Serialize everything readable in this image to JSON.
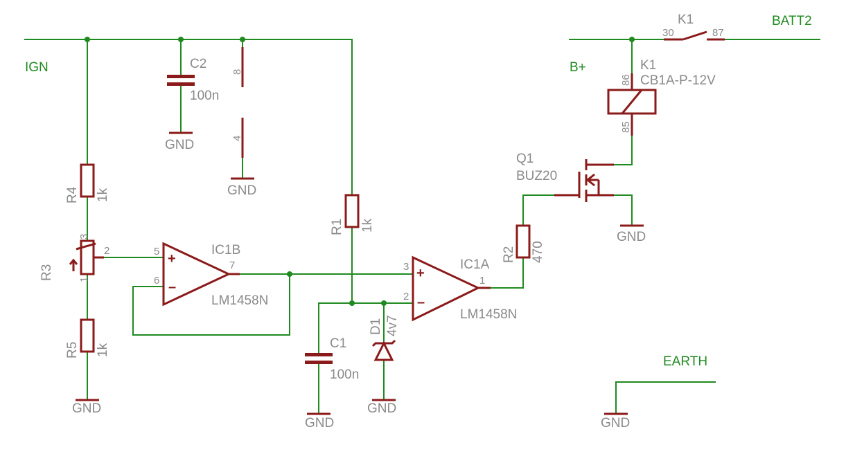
{
  "nets": {
    "ign": "IGN",
    "b_plus": "B+",
    "batt2": "BATT2",
    "earth": "EARTH"
  },
  "components": {
    "c2": {
      "name": "C2",
      "value": "100n"
    },
    "c1": {
      "name": "C1",
      "value": "100n"
    },
    "r4": {
      "name": "R4",
      "value": "1k"
    },
    "r5": {
      "name": "R5",
      "value": "1k"
    },
    "r1": {
      "name": "R1",
      "value": "1k"
    },
    "r2": {
      "name": "R2",
      "value": "470"
    },
    "r3": {
      "name": "R3",
      "pin_top": "3",
      "pin_bottom": "1",
      "pin_wiper": "2"
    },
    "d1": {
      "name": "D1",
      "value": "4v7"
    },
    "ic1b": {
      "name": "IC1B",
      "value": "LM1458N",
      "pin_plus": "5",
      "pin_minus": "6",
      "pin_out": "7"
    },
    "ic1a": {
      "name": "IC1A",
      "value": "LM1458N",
      "pin_plus": "3",
      "pin_minus": "2",
      "pin_out": "1"
    },
    "q1": {
      "name": "Q1",
      "value": "BUZ20"
    },
    "k1_coil": {
      "name": "K1",
      "value": "CB1A-P-12V",
      "pin_top": "86",
      "pin_bottom": "85"
    },
    "k1_contact": {
      "name": "K1",
      "pin_left": "30",
      "pin_right": "87"
    },
    "ic_power": {
      "pin_top": "8",
      "pin_bottom": "4"
    }
  },
  "symbols": {
    "plus": "+",
    "minus": "–"
  },
  "gnd_label": "GND"
}
